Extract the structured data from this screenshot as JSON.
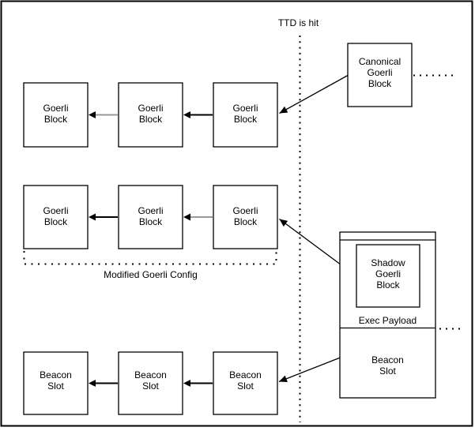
{
  "labels": {
    "ttd": "TTD is hit",
    "modified_config": "Modified Goerli Config",
    "exec_payload": "Exec Payload"
  },
  "blocks": {
    "goerli": [
      "Goerli",
      "Block"
    ],
    "beacon": [
      "Beacon",
      "Slot"
    ],
    "canonical": [
      "Canonical",
      "Goerli",
      "Block"
    ],
    "shadow": [
      "Shadow",
      "Goerli",
      "Block"
    ]
  },
  "colors": {
    "line": "#000000",
    "gray_arrow": "#999999",
    "background": "#ffffff"
  }
}
